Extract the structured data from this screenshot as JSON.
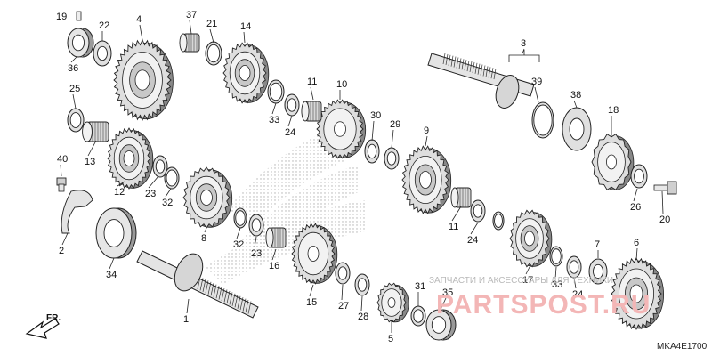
{
  "diagram": {
    "code": "MKA4E1700",
    "direction_label": "FR.",
    "watermark_small": "ЗАПЧАСТИ И АКСЕССУАРЫ ДЛЯ ТЕХНИКИ",
    "watermark_big": "PARTSPOST.RU",
    "colors": {
      "line": "#222222",
      "fill": "#dcdcdc",
      "dark": "#555555",
      "watermark": "#f0a0a0"
    },
    "callouts": [
      {
        "id": "c1",
        "label": "1"
      },
      {
        "id": "c2",
        "label": "2"
      },
      {
        "id": "c3",
        "label": "3"
      },
      {
        "id": "c4",
        "label": "4"
      },
      {
        "id": "c5",
        "label": "5"
      },
      {
        "id": "c6",
        "label": "6"
      },
      {
        "id": "c7",
        "label": "7"
      },
      {
        "id": "c8",
        "label": "8"
      },
      {
        "id": "c9",
        "label": "9"
      },
      {
        "id": "c10",
        "label": "10"
      },
      {
        "id": "c11a",
        "label": "11"
      },
      {
        "id": "c11b",
        "label": "11"
      },
      {
        "id": "c12",
        "label": "12"
      },
      {
        "id": "c13",
        "label": "13"
      },
      {
        "id": "c14",
        "label": "14"
      },
      {
        "id": "c15",
        "label": "15"
      },
      {
        "id": "c16",
        "label": "16"
      },
      {
        "id": "c17",
        "label": "17"
      },
      {
        "id": "c18",
        "label": "18"
      },
      {
        "id": "c19",
        "label": "19"
      },
      {
        "id": "c20",
        "label": "20"
      },
      {
        "id": "c21",
        "label": "21"
      },
      {
        "id": "c22",
        "label": "22"
      },
      {
        "id": "c23a",
        "label": "23"
      },
      {
        "id": "c23b",
        "label": "23"
      },
      {
        "id": "c24a",
        "label": "24"
      },
      {
        "id": "c24b",
        "label": "24"
      },
      {
        "id": "c24c",
        "label": "24"
      },
      {
        "id": "c25",
        "label": "25"
      },
      {
        "id": "c26",
        "label": "26"
      },
      {
        "id": "c27",
        "label": "27"
      },
      {
        "id": "c28",
        "label": "28"
      },
      {
        "id": "c29",
        "label": "29"
      },
      {
        "id": "c30",
        "label": "30"
      },
      {
        "id": "c31",
        "label": "31"
      },
      {
        "id": "c32a",
        "label": "32"
      },
      {
        "id": "c32b",
        "label": "32"
      },
      {
        "id": "c33a",
        "label": "33"
      },
      {
        "id": "c33b",
        "label": "33"
      },
      {
        "id": "c34",
        "label": "34"
      },
      {
        "id": "c35",
        "label": "35"
      },
      {
        "id": "c36",
        "label": "36"
      },
      {
        "id": "c37",
        "label": "37"
      },
      {
        "id": "c38",
        "label": "38"
      },
      {
        "id": "c39",
        "label": "39"
      },
      {
        "id": "c40",
        "label": "40"
      }
    ]
  }
}
